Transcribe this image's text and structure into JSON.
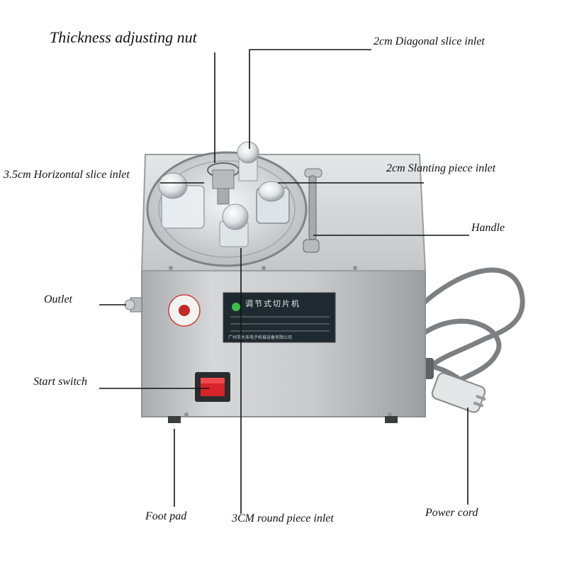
{
  "title": "Thickness adjusting nut",
  "labels": {
    "diagonal_inlet": "2cm Diagonal slice inlet",
    "horizontal_inlet": "3.5cm Horizontal slice inlet",
    "slanting_inlet": "2cm Slanting piece inlet",
    "handle": "Handle",
    "outlet": "Outlet",
    "start_switch": "Start switch",
    "foot_pad": "Foot pad",
    "round_inlet": "3CM round piece inlet",
    "power_cord": "Power cord"
  },
  "nameplate": {
    "title": "调节式切片机",
    "footer": "广州市大禾电子机械设备有限公司"
  },
  "colors": {
    "steel_light": "#d9dadb",
    "steel_mid": "#b9bbbd",
    "steel_dark": "#8e9194",
    "plate_bg": "#1e2a30",
    "switch_red": "#d8232a",
    "cord": "#7d8082",
    "leader": "#111111"
  }
}
